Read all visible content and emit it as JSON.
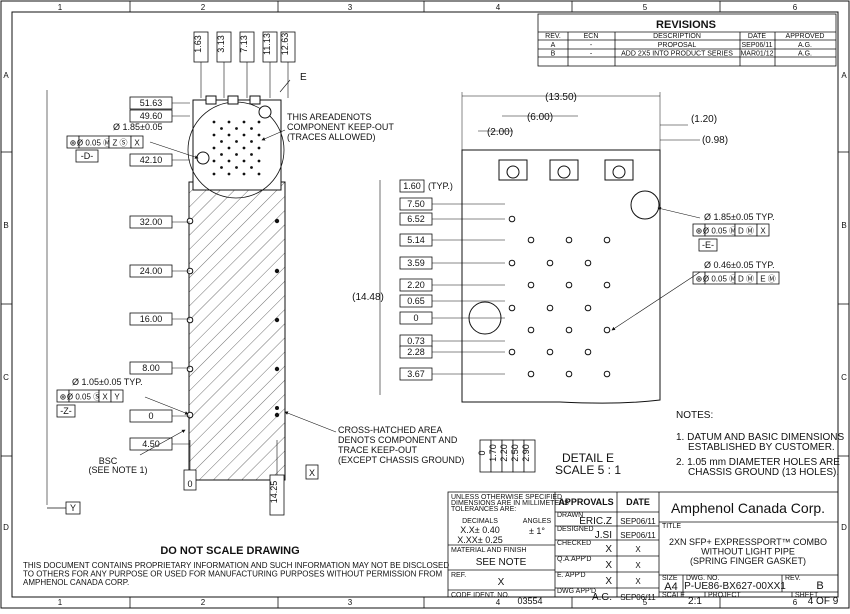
{
  "grid": {
    "cols": [
      "1",
      "2",
      "3",
      "4",
      "5",
      "6"
    ],
    "rows": [
      "A",
      "B",
      "C",
      "D"
    ]
  },
  "revisions": {
    "title": "REVISIONS",
    "headers": [
      "REV.",
      "ECN",
      "DESCRIPTION",
      "DATE",
      "APPROVED"
    ],
    "rows": [
      [
        "A",
        "-",
        "PROPOSAL",
        "SEP06/11",
        "A.G."
      ],
      [
        "B",
        "-",
        "ADD 2X5 INTO PRODUCT SERIES",
        "MAR01/12",
        "A.G."
      ]
    ]
  },
  "left_view": {
    "top_dims": [
      "1.63",
      "3.13",
      "7.13",
      "11.13",
      "12.63"
    ],
    "left_dims": [
      "51.63",
      "49.60",
      "42.10",
      "32.00",
      "24.00",
      "16.00",
      "8.00",
      "0",
      "4.50"
    ],
    "bottom_dims": [
      "0",
      "14.25"
    ],
    "hole_note": "Ø 1.85±0.05",
    "hole_fcf": [
      "⊕",
      "Ø 0.05 Ⓜ",
      "Z Ⓢ",
      "X"
    ],
    "datum_d": "-D-",
    "label_e": "E",
    "keepout_note": [
      "THIS AREADENOTS",
      "COMPONENT KEEP-OUT",
      "(TRACES ALLOWED)"
    ],
    "ground_hole_note": "Ø 1.05±0.05 TYP.",
    "ground_fcf": [
      "⊕",
      "Ø 0.05 Ⓢ",
      "X",
      "Y"
    ],
    "datum_z": "-Z-",
    "crosshatch_note": [
      "CROSS-HATCHED AREA",
      "DENOTS COMPONENT AND",
      "TRACE KEEP-OUT",
      "(EXCEPT CHASSIS GROUND)"
    ],
    "bsc": [
      "BSC",
      "(SEE NOTE 1)"
    ],
    "datum_x": "X",
    "datum_y": "Y"
  },
  "detail_view": {
    "dim_1350": "(13.50)",
    "dim_600": "(6.00)",
    "dim_200": "(2.00)",
    "dim_120": "(1.20)",
    "dim_098": "(0.98)",
    "dim_1448": "(14.48)",
    "dim_160": "1.60",
    "typ": "(TYP.)",
    "left_dims": [
      "7.50",
      "6.52",
      "5.14",
      "3.59",
      "2.20",
      "0.65",
      "0",
      "0.73",
      "2.28",
      "3.67"
    ],
    "bottom_dims": [
      "0",
      "1.70",
      "2.20",
      "2.50",
      "2.90"
    ],
    "big_hole_note": "Ø 1.85±0.05 TYP.",
    "big_hole_fcf": [
      "⊕",
      "Ø 0.05 Ⓜ",
      "D Ⓜ",
      "X"
    ],
    "datum_e": "-E-",
    "small_hole_note": "Ø 0.46±0.05 TYP.",
    "small_hole_fcf": [
      "⊕",
      "Ø 0.05 Ⓜ",
      "D Ⓜ",
      "E Ⓜ"
    ],
    "caption": [
      "DETAIL E",
      "SCALE 5 : 1"
    ]
  },
  "notes": {
    "title": "NOTES:",
    "items": [
      [
        "1. DATUM AND BASIC DIMENSIONS",
        "ESTABLISHED BY CUSTOMER."
      ],
      [
        "2. 1.05 mm DIAMETER HOLES ARE",
        "CHASSIS GROUND (13 HOLES)."
      ]
    ]
  },
  "warning": {
    "title": "DO NOT SCALE DRAWING",
    "text": [
      "THIS DOCUMENT CONTAINS PROPRIETARY INFORMATION AND SUCH INFORMATION MAY NOT BE DISCLOSED",
      "TO OTHERS FOR ANY PURPOSE OR USED FOR MANUFACTURING PURPOSES WITHOUT PERMISSION FROM",
      "AMPHENOL CANADA CORP."
    ]
  },
  "title_block": {
    "tol_header": [
      "UNLESS OTHERWISE SPECIFIED",
      "DIMENSIONS ARE IN MILLIMETERS",
      "TOLERANCES ARE:"
    ],
    "decimals_label": "DECIMALS",
    "angles_label": "ANGLES",
    "tol_x": "X.X± 0.40",
    "tol_xx": "X.XX± 0.25",
    "tol_angle": "± 1°",
    "material_label": "MATERIAL AND FINISH",
    "material": "SEE NOTE",
    "ref_label": "REF.",
    "ref": "X",
    "code_label": "CODE IDENT. NO.",
    "code": "03554",
    "approvals": "APPROVALS",
    "date": "DATE",
    "rows": [
      {
        "label": "DRAWN",
        "name": "ERIC.Z",
        "date": "SEP06/11"
      },
      {
        "label": "DESIGNED",
        "name": "J.SI",
        "date": "SEP06/11"
      },
      {
        "label": "CHECKED",
        "name": "X",
        "date": "X"
      },
      {
        "label": "Q.A.APP'D",
        "name": "X",
        "date": "X"
      },
      {
        "label": "E. APP'D",
        "name": "X",
        "date": "X"
      },
      {
        "label": "DWG APP'D",
        "name": "A.G.",
        "date": "SEP06/11"
      }
    ],
    "company": "Amphenol Canada Corp.",
    "title_label": "TITLE",
    "title": [
      "2XN SFP+ EXPRESSPORT™ COMBO",
      "WITHOUT LIGHT PIPE",
      "(SPRING FINGER GASKET)"
    ],
    "size_label": "SIZE",
    "size": "A4",
    "dwg_label": "DWG. NO.",
    "dwg": "P-UE86-BX627-00XX1",
    "rev_label": "REV.",
    "rev": "B",
    "scale_label": "SCALE",
    "scale": "2:1",
    "project_label": "PROJECT",
    "sheet_label": "SHEET",
    "sheet": "4 OF 9"
  }
}
